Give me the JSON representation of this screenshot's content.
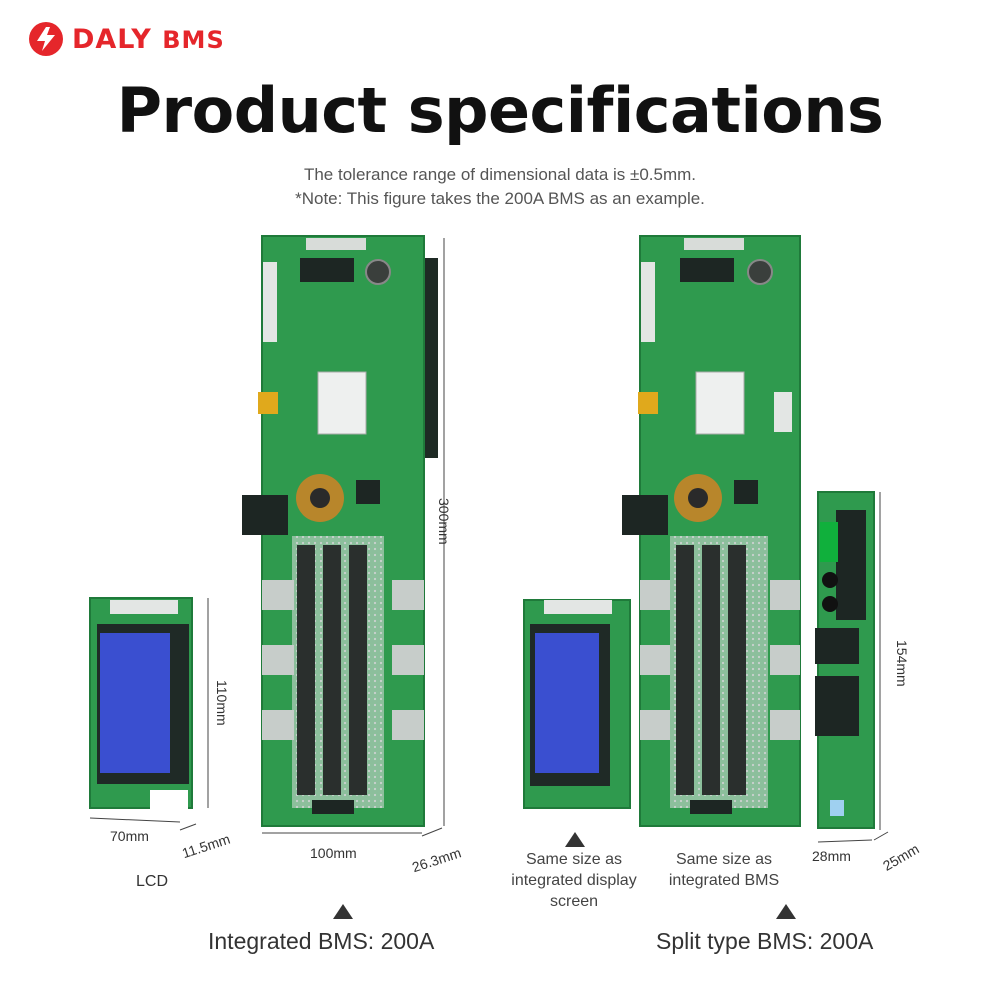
{
  "header": {
    "brand": "DALY",
    "brand_suffix": "BMS",
    "title": "Product specifications",
    "note_tolerance": "The tolerance range of dimensional data is ±0.5mm.",
    "note_example": "*Note: This figure takes the 200A BMS as an example."
  },
  "integrated": {
    "height": "300mm",
    "width": "100mm",
    "depth": "26.3mm",
    "label": "Integrated BMS: 200A"
  },
  "lcd": {
    "height": "110mm",
    "width": "70mm",
    "depth": "11.5mm",
    "label": "LCD"
  },
  "split": {
    "module_height": "154mm",
    "module_width": "28mm",
    "module_depth": "25mm",
    "display_note": "Same size as integrated display screen",
    "board_note": "Same size as integrated BMS",
    "label": "Split type BMS: 200A"
  },
  "colors": {
    "brand_red": "#e5262b",
    "pcb_green": "#2f9a4e",
    "lcd_blue": "#3a4fd0"
  }
}
